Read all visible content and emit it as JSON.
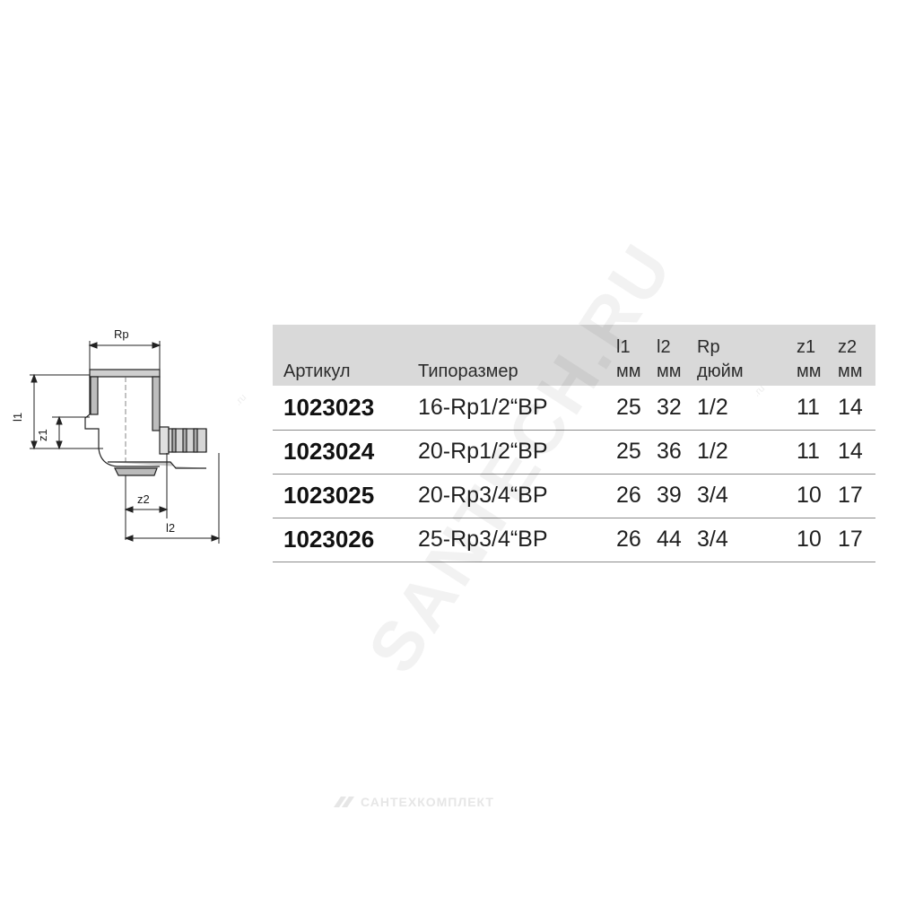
{
  "drawing": {
    "labels": {
      "rp": "Rp",
      "l1": "l1",
      "z1": "z1",
      "z2": "z2",
      "l2": "l2"
    }
  },
  "table": {
    "headers": {
      "article": "Артикул",
      "size": "Типоразмер",
      "l1": {
        "top": "l1",
        "bottom": "мм"
      },
      "l2": {
        "top": "l2",
        "bottom": "мм"
      },
      "rp": {
        "top": "Rp",
        "bottom": "дюйм"
      },
      "z1": {
        "top": "z1",
        "bottom": "мм"
      },
      "z2": {
        "top": "z2",
        "bottom": "мм"
      }
    },
    "rows": [
      {
        "article": "1023023",
        "size": "16-Rp1/2“ВР",
        "l1": "25",
        "l2": "32",
        "rp": "1/2",
        "z1": "11",
        "z2": "14"
      },
      {
        "article": "1023024",
        "size": "20-Rp1/2“ВР",
        "l1": "25",
        "l2": "36",
        "rp": "1/2",
        "z1": "11",
        "z2": "14"
      },
      {
        "article": "1023025",
        "size": "20-Rp3/4“ВР",
        "l1": "26",
        "l2": "39",
        "rp": "3/4",
        "z1": "10",
        "z2": "17"
      },
      {
        "article": "1023026",
        "size": "25-Rp3/4“ВР",
        "l1": "26",
        "l2": "44",
        "rp": "3/4",
        "z1": "10",
        "z2": "17"
      }
    ]
  },
  "watermarks": {
    "main": "SANTECH.RU",
    "small": ".ru",
    "footer": "САНТЕХКОМПЛЕКТ"
  },
  "colors": {
    "header_bg": "#d9d9d9",
    "row_line": "#8c8c8c"
  }
}
